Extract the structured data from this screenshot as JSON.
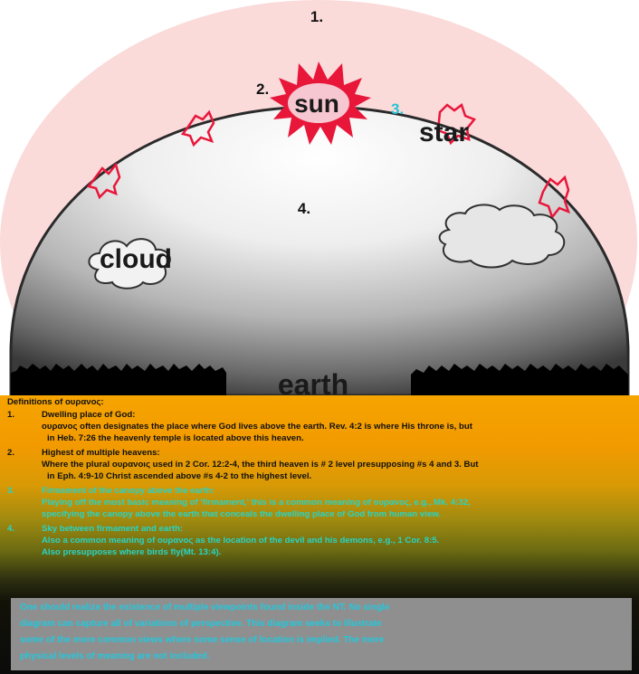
{
  "diagram": {
    "label_1": "1.",
    "label_2": "2.",
    "label_3": "3.",
    "label_4": "4.",
    "sun": "sun",
    "star": "star",
    "cloud": "cloud",
    "earth": "earth"
  },
  "definitions": {
    "heading": "Definitions of ουρανος:",
    "items": [
      {
        "number": "1.",
        "title": "Dwelling place of God:",
        "lines": [
          "ουρανος often designates the place where God lives above the earth.  Rev. 4:2 is where His throne is, but",
          "in Heb. 7:26 the heavenly temple is located above this heaven."
        ]
      },
      {
        "number": "2.",
        "title": "Highest of multiple heavens:",
        "lines": [
          "Where the plural ουρανοις used in 2 Cor. 12:2-4, the third heaven is # 2 level presupposing #s 4 and 3.  But",
          "in Eph. 4:9-10 Christ ascended above #s 4-2 to the highest level."
        ]
      },
      {
        "number": "3.",
        "title": "Firmament of the canopy above the earth:",
        "lines": [
          "Playing off the most basic meaning of 'firmament,' this is a common meaning of ουρανος, e.g., Mk. 4:32,",
          "specifying the canopy above the earth that conceals the dwelling place of God from human view."
        ]
      },
      {
        "number": "4.",
        "title": "Sky between firmament and earth:",
        "lines": [
          "Also  a common meaning of ουρανος as the location of the devil and his demons, e.g., 1 Cor. 8:5.",
          "Also presupposes where birds fly(Mt. 13:4)."
        ]
      }
    ]
  },
  "note": {
    "lines": [
      "One should realize the existence of multiple viewpoints found inside the NT. No single",
      "diagram can capture all of variations of perspective.  This diagram seeks to illustrate",
      "some of the more common views where some sense of location is implied. The more",
      "physical levels of meaning are not included."
    ]
  },
  "colors": {
    "outer_heaven": "#fbdada",
    "dome_light": "#ffffff",
    "dome_dark": "#3a3a3a",
    "sun_star": "#e8173a",
    "note_text": "#24c8dc",
    "panel_top": "#f6a400",
    "panel_bottom": "#0b0b0b",
    "earth": "#000000"
  }
}
